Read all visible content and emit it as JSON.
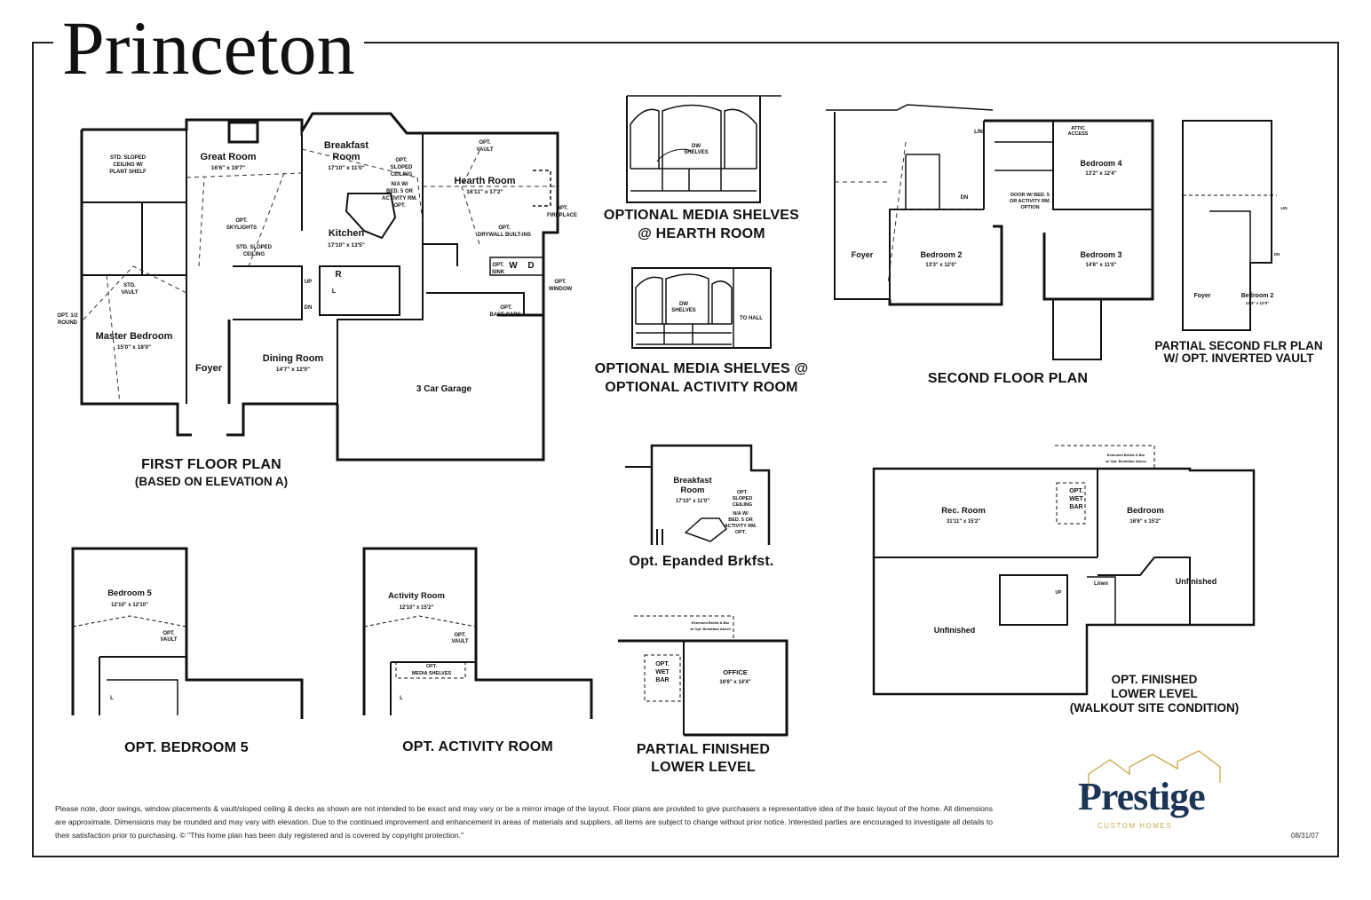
{
  "title": "Princeton",
  "first_floor": {
    "caption": "FIRST FLOOR PLAN",
    "subcaption": "(BASED ON ELEVATION A)",
    "rooms": {
      "great_room": "Great Room",
      "great_room_dim": "16'6\" x 19'7\"",
      "breakfast": "Breakfast",
      "breakfast_room": "Room",
      "breakfast_dim": "17'10\" x 11'0\"",
      "hearth_room": "Hearth Room",
      "hearth_dim": "16'11\" x 17'2\"",
      "kitchen": "Kitchen",
      "kitchen_dim": "17'10\" x 13'5\"",
      "master_bedroom": "Master Bedroom",
      "master_dim": "15'0\" x 18'0\"",
      "foyer": "Foyer",
      "dining_room": "Dining Room",
      "dining_dim": "14'7\" x 12'0\"",
      "garage": "3 Car Garage"
    },
    "notes": {
      "std_sloped_1": "STD. SLOPED",
      "std_sloped_2": "CEILING W/",
      "std_sloped_3": "PLANT SHELF",
      "opt_skylights_1": "OPT.",
      "opt_skylights_2": "SKYLIGHTS",
      "std_sloped_ceiling_1": "STD. SLOPED",
      "std_sloped_ceiling_2": "CEILING",
      "std_vault_1": "STD.",
      "std_vault_2": "VAULT",
      "opt_round_1": "OPT. 1/2",
      "opt_round_2": "ROUND",
      "opt_sloped_1": "OPT.",
      "opt_sloped_2": "SLOPED",
      "opt_sloped_3": "CEILING",
      "na_1": "N/A W/",
      "na_2": "BED. 5 OR",
      "na_3": "ACTIVITY RM.",
      "na_4": "OPT.",
      "opt_vault_1": "OPT.",
      "opt_vault_2": "VAULT",
      "opt_fireplace_1": "OPT.",
      "opt_fireplace_2": "FIREPLACE",
      "opt_drywall_1": "OPT.",
      "opt_drywall_2": "DRYWALL BUILT-INS",
      "opt_sink_1": "OPT.",
      "opt_sink_2": "SINK",
      "opt_window_1": "OPT.",
      "opt_window_2": "WINDOW",
      "opt_base_1": "OPT.",
      "opt_base_2": "BASE CABS.",
      "up": "UP",
      "dn": "DN",
      "r": "R",
      "w": "W",
      "d": "D",
      "l": "L"
    }
  },
  "media_hearth": {
    "label_1": "DW",
    "label_2": "SHELVES",
    "caption_1": "OPTIONAL MEDIA SHELVES",
    "caption_2": "@ HEARTH ROOM"
  },
  "media_activity": {
    "label_1": "DW",
    "label_2": "SHELVES",
    "to_hall": "TO HALL",
    "caption_1": "OPTIONAL MEDIA SHELVES @",
    "caption_2": "OPTIONAL ACTIVITY ROOM"
  },
  "second_floor": {
    "caption": "SECOND FLOOR PLAN",
    "foyer": "Foyer",
    "lin": "LIN",
    "attic_1": "ATTIC",
    "attic_2": "ACCESS",
    "bedroom4": "Bedroom 4",
    "bedroom4_dim": "13'2\" x 12'4\"",
    "door_1": "DOOR W/ BED. 5",
    "door_2": "OR ACTIVITY RM.",
    "door_3": "OPTION",
    "bedroom2": "Bedroom 2",
    "bedroom2_dim": "13'3\" x 12'0\"",
    "bedroom3": "Bedroom 3",
    "bedroom3_dim": "14'6\" x 11'0\"",
    "dn": "DN"
  },
  "partial_second": {
    "caption_1": "PARTIAL SECOND FLR PLAN",
    "caption_2": "W/ OPT. INVERTED VAULT",
    "foyer": "Foyer",
    "bedroom2": "Bedroom 2",
    "bedroom2_dim": "13'3\" x 12'0\"",
    "lin": "LIN",
    "dn": "DN"
  },
  "expanded_brkfst": {
    "caption": "Opt. Epanded Brkfst.",
    "breakfast": "Breakfast",
    "room": "Room",
    "dim": "17'10\" x 11'0\"",
    "n1": "OPT.",
    "n2": "SLOPED",
    "n3": "CEILING",
    "n4": "N/A W/",
    "n5": "BED. 5 OR",
    "n6": "ACTIVITY RM.",
    "n7": "OPT."
  },
  "lower_level": {
    "caption_1": "OPT. FINISHED",
    "caption_2": "LOWER LEVEL",
    "caption_3": "(WALKOUT SITE CONDITION)",
    "rec_room": "Rec. Room",
    "rec_dim": "31'11\" x 15'2\"",
    "bedroom": "Bedroom",
    "bedroom_dim": "16'6\" x 15'2\"",
    "unfinished_1": "Unfinished",
    "unfinished_2": "Unfinished",
    "wet_1": "OPT.",
    "wet_2": "WET",
    "wet_3": "BAR",
    "ext_1": "Extended Brkfst & Bar",
    "ext_2": "w/ Opt. Breakfast Above",
    "linen": "Linen",
    "up": "UP"
  },
  "bedroom5": {
    "caption": "OPT. BEDROOM 5",
    "name": "Bedroom 5",
    "dim": "12'10\" x 12'10\"",
    "n1": "OPT.",
    "n2": "VAULT",
    "l": "L"
  },
  "activity": {
    "caption": "OPT. ACTIVITY ROOM",
    "name": "Activity Room",
    "dim": "12'10\" x 15'2\"",
    "n1": "OPT.",
    "n2": "VAULT",
    "m1": "OPT.",
    "m2": "MEDIA SHELVES",
    "l": "L"
  },
  "partial_lower": {
    "caption_1": "PARTIAL FINISHED",
    "caption_2": "LOWER LEVEL",
    "office": "OFFICE",
    "office_dim": "16'6\" x 14'4\"",
    "wet_1": "OPT.",
    "wet_2": "WET",
    "wet_3": "BAR",
    "ext_1": "Extended Brkfst & Bar",
    "ext_2": "w/ Opt. Breakfast Above"
  },
  "disclaimer": "Please note, door swings, window placements & vault/sloped ceiling & decks as shown are not intended to be exact and may vary or be a mirror image of the layout. Floor plans are provided to give purchasers a representative idea of the basic layout of the home. All dimensions are approximate. Dimensions may be rounded and may vary with elevation. Due to the continued improvement and enhancement in areas of materials and suppliers, all items are subject to change without  prior notice. Interested parties are encouraged to investigate all details to their satisfaction prior to purchasing. © \"This home plan has been duly registered and is covered by copyright protection.\"",
  "date": "08/31/07",
  "logo": {
    "word": "Prestige",
    "sub": "CUSTOM HOMES"
  },
  "colors": {
    "line": "#111111",
    "logo_navy": "#1c3455",
    "logo_gold": "#c9a84a"
  }
}
